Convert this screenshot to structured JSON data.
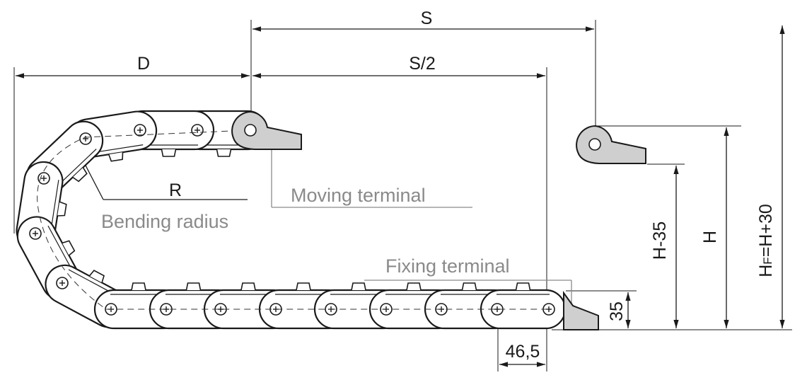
{
  "dimensions": {
    "s": "S",
    "s_half": "S/2",
    "d": "D",
    "h_35": "H-35",
    "h": "H",
    "hf_base": "H",
    "hf_sub": "F",
    "hf_rest": "=H+30",
    "height_35": "35",
    "pitch": "46,5"
  },
  "labels": {
    "r": "R",
    "bending_radius": "Bending radius",
    "moving_terminal": "Moving terminal",
    "fixing_terminal": "Fixing terminal"
  },
  "colors": {
    "line": "#1a1a1a",
    "label_grey": "#8a8a8a",
    "terminal_fill": "#cfcfcf"
  }
}
